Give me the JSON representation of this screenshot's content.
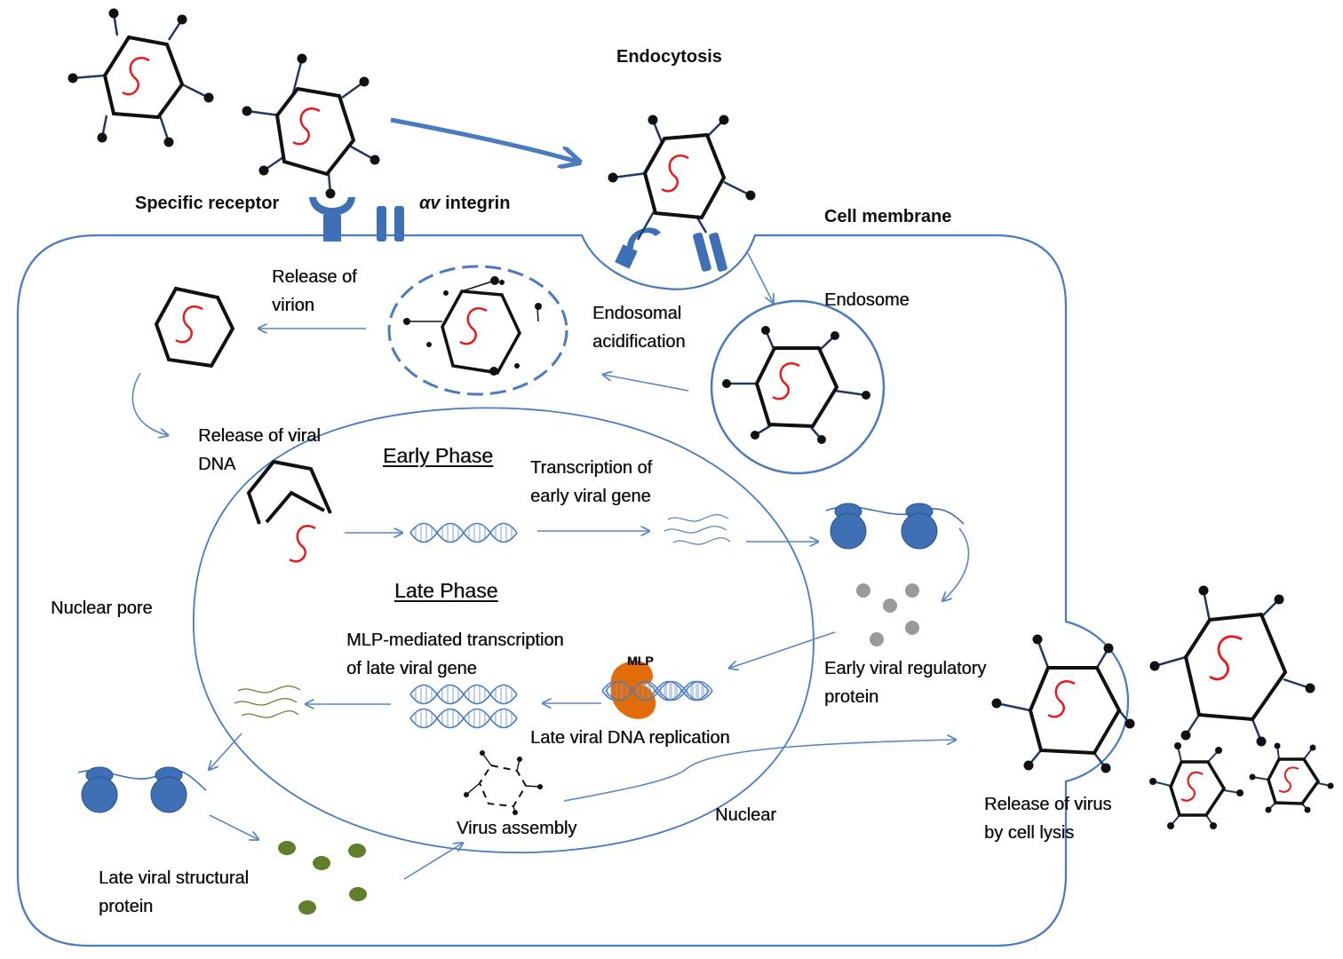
{
  "labels": {
    "endocytosis": "Endocytosis",
    "specific_receptor": "Specific receptor",
    "av_integrin_symbol": "αv",
    "av_integrin_word": "integrin",
    "cell_membrane": "Cell membrane",
    "release_of_virion": [
      "Release of",
      "virion"
    ],
    "endosomal_acidification": [
      "Endosomal",
      "acidification"
    ],
    "endosome": "Endosome",
    "release_of_viral_dna": [
      "Release of viral",
      "DNA"
    ],
    "early_phase": "Early Phase",
    "transcription_early": [
      "Transcription of",
      "early viral gene"
    ],
    "nuclear_pore": "Nuclear pore",
    "late_phase": "Late Phase",
    "mlp_transcription": [
      "MLP-mediated transcription",
      "of late viral gene"
    ],
    "mlp": "MLP",
    "early_viral_regulatory_protein": [
      "Early viral regulatory",
      "protein"
    ],
    "late_viral_dna_replication": "Late viral DNA replication",
    "virus_assembly": "Virus assembly",
    "nuclear": "Nuclear",
    "release_by_lysis": [
      "Release of virus",
      "by cell lysis"
    ],
    "late_viral_structural_protein": [
      "Late viral structural",
      "protein"
    ]
  },
  "colors": {
    "membrane": "#4a7bbf",
    "arrow": "#5b86c5",
    "capsid": "#111111",
    "genome": "#e8191c",
    "spike": "#1f3864",
    "ribosome": "#3f6fb5",
    "early_protein": "#9a9a9a",
    "late_protein": "#5f7f2a",
    "mlp": "#e36c0a"
  }
}
